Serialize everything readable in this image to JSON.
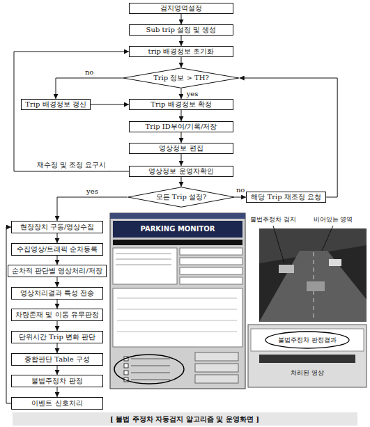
{
  "diagram": {
    "caption": "[ 불법 주정차 자동검지 알고리즘 및 운영화면 ]",
    "nodes": [
      {
        "text": [
          "검지영역설정"
        ]
      },
      {
        "text": [
          "Sub trip 설정 및 생성"
        ]
      },
      {
        "text": [
          "trip 배경정보 초기화"
        ]
      },
      {
        "text": [
          "Trip 정보 > TH?"
        ]
      },
      {
        "text": [
          "Trip 배경정보 갱신"
        ]
      },
      {
        "text": [
          "Trip 배경정보 확정"
        ]
      },
      {
        "text": [
          "Trip ID부여/기록/저장"
        ]
      },
      {
        "text": [
          "영상정보 편집"
        ]
      },
      {
        "text": [
          "영상정보 운영자확인"
        ]
      },
      {
        "text": [
          "모든 Trip 설정?"
        ]
      },
      {
        "text": [
          "해당 Trip 재조정 요청"
        ]
      },
      {
        "text": [
          "현장장치 구동/영상수집"
        ]
      },
      {
        "text": [
          "수집영상/트래픽 순차등록"
        ]
      },
      {
        "text": [
          "순차적 판단별 영상처리/저장"
        ]
      },
      {
        "text": [
          "영상처리결과 특성 전송"
        ]
      },
      {
        "text": [
          "차량존재 및 이동 유무판정"
        ]
      },
      {
        "text": [
          "단위시간 Trip 변화 판단"
        ]
      },
      {
        "text": [
          "종합판단 Table 구성"
        ]
      },
      {
        "text": [
          "불법주정차 판정"
        ]
      },
      {
        "text": [
          "이벤트 신호처리"
        ]
      }
    ],
    "edges": [
      {
        "from": 0,
        "to": 1,
        "arrow": "to"
      },
      {
        "from": 1,
        "to": 2,
        "arrow": "to"
      },
      {
        "from": 2,
        "to": 3,
        "arrow": "to"
      },
      {
        "from": 3,
        "to": 4,
        "label": "no",
        "arrow": "to"
      },
      {
        "from": 3,
        "to": 5,
        "label": "yes",
        "arrow": "to"
      },
      {
        "from": 4,
        "to": 5,
        "arrow": "to"
      },
      {
        "from": 5,
        "to": 6,
        "arrow": "to"
      },
      {
        "from": 6,
        "to": 7,
        "arrow": "to"
      },
      {
        "from": 7,
        "to": 8,
        "arrow": "to"
      },
      {
        "from": 8,
        "to": 2,
        "label": "재수정 및 조정 요구시",
        "arrow": "to"
      },
      {
        "from": 8,
        "to": 9,
        "arrow": "to"
      },
      {
        "from": 9,
        "to": 10,
        "label": "no",
        "arrow": "to"
      },
      {
        "from": 10,
        "to": 3,
        "arrow": "to"
      },
      {
        "from": 9,
        "to": 11,
        "label": "yes",
        "arrow": "to"
      },
      {
        "from": 11,
        "to": 12,
        "arrow": "to"
      },
      {
        "from": 12,
        "to": 13,
        "arrow": "to"
      },
      {
        "from": 13,
        "to": 14,
        "arrow": "to"
      },
      {
        "from": 14,
        "to": 15,
        "arrow": "to"
      },
      {
        "from": 15,
        "to": 16,
        "arrow": "to"
      },
      {
        "from": 16,
        "to": 17,
        "arrow": "to"
      },
      {
        "from": 17,
        "to": 18,
        "arrow": "to"
      },
      {
        "from": 18,
        "to": 19,
        "arrow": "to"
      },
      {
        "from": 19,
        "to": 11,
        "arrow": "to"
      }
    ],
    "labels": [
      "PARKING MONITOR",
      "불법주정차 검지",
      "비어있는 영역",
      "불법주정차 판정결과",
      "처리된 영상"
    ]
  }
}
